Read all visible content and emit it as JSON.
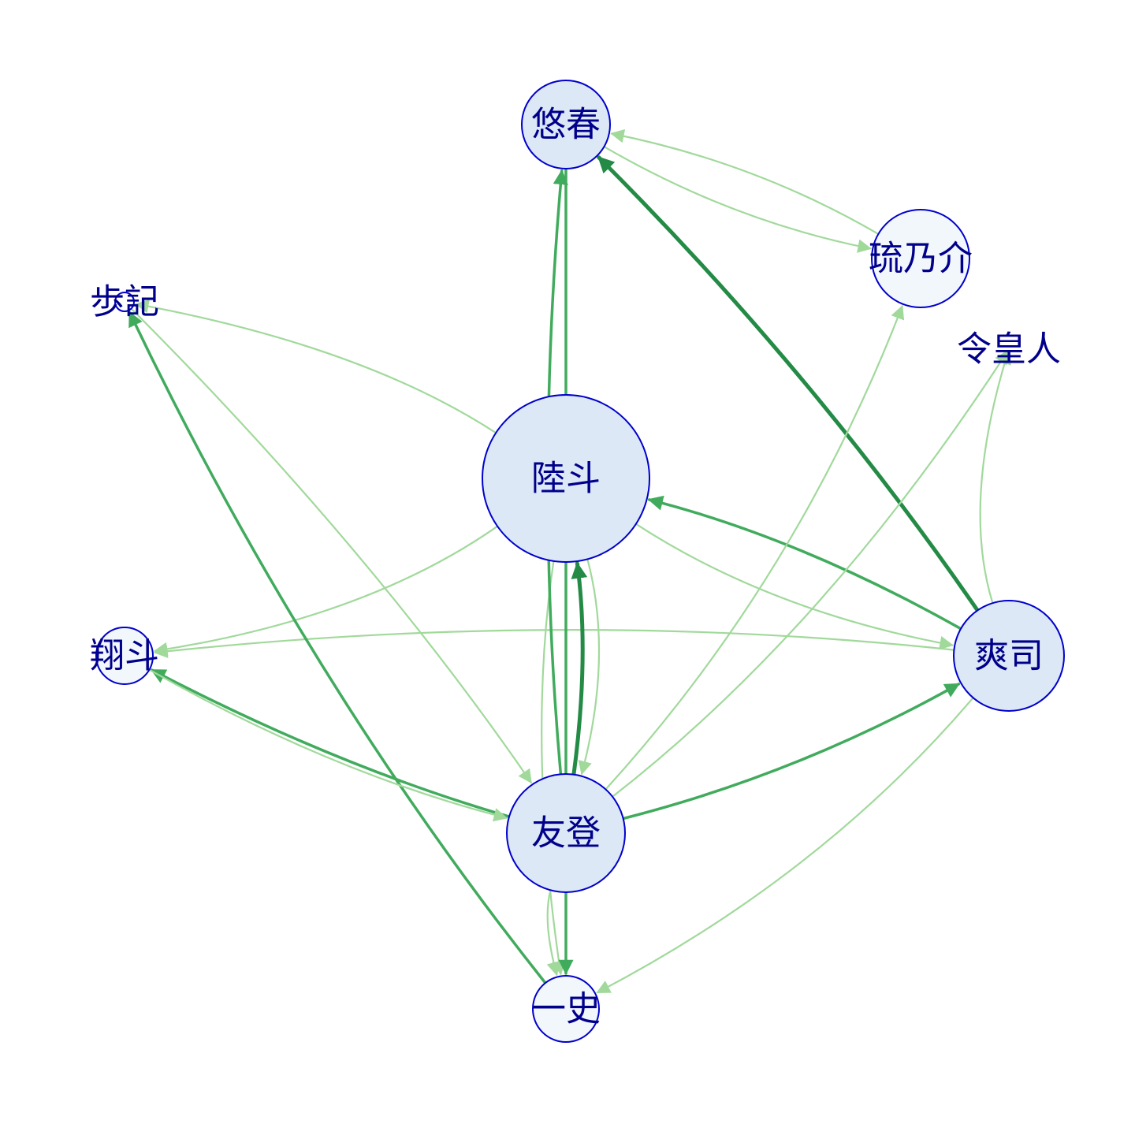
{
  "nodes": [
    {
      "id": "yuharu",
      "label": "悠春",
      "fill": "#dce8f5"
    },
    {
      "id": "runosuke",
      "label": "琉乃介",
      "fill": "#f2f7fc"
    },
    {
      "id": "ayuki",
      "label": "歩記",
      "fill": "#ffffff"
    },
    {
      "id": "reiouto",
      "label": "令皇人",
      "fill": "#ffffff"
    },
    {
      "id": "rikuto",
      "label": "陸斗",
      "fill": "#dce8f5"
    },
    {
      "id": "shoto",
      "label": "翔斗",
      "fill": "#f2f7fc"
    },
    {
      "id": "soji",
      "label": "爽司",
      "fill": "#dce8f5"
    },
    {
      "id": "tomoto",
      "label": "友登",
      "fill": "#dce8f5"
    },
    {
      "id": "kazushi",
      "label": "一史",
      "fill": "#f2f7fc"
    }
  ],
  "edges": [
    {
      "from": "yuharu",
      "to": "runosuke",
      "weight": 1
    },
    {
      "from": "runosuke",
      "to": "yuharu",
      "weight": 1
    },
    {
      "from": "rikuto",
      "to": "ayuki",
      "weight": 1
    },
    {
      "from": "rikuto",
      "to": "shoto",
      "weight": 1
    },
    {
      "from": "rikuto",
      "to": "soji",
      "weight": 1
    },
    {
      "from": "rikuto",
      "to": "tomoto",
      "weight": 1
    },
    {
      "from": "rikuto",
      "to": "kazushi",
      "weight": 1
    },
    {
      "from": "soji",
      "to": "yuharu",
      "weight": 3
    },
    {
      "from": "soji",
      "to": "rikuto",
      "weight": 2
    },
    {
      "from": "soji",
      "to": "reiouto",
      "weight": 1
    },
    {
      "from": "soji",
      "to": "shoto",
      "weight": 1
    },
    {
      "from": "soji",
      "to": "kazushi",
      "weight": 1
    },
    {
      "from": "tomoto",
      "to": "yuharu",
      "weight": 2
    },
    {
      "from": "tomoto",
      "to": "rikuto",
      "weight": 3
    },
    {
      "from": "tomoto",
      "to": "shoto",
      "weight": 2
    },
    {
      "from": "tomoto",
      "to": "soji",
      "weight": 2
    },
    {
      "from": "tomoto",
      "to": "runosuke",
      "weight": 1
    },
    {
      "from": "tomoto",
      "to": "reiouto",
      "weight": 1
    },
    {
      "from": "tomoto",
      "to": "kazushi",
      "weight": 1
    },
    {
      "from": "kazushi",
      "to": "ayuki",
      "weight": 2
    },
    {
      "from": "shoto",
      "to": "tomoto",
      "weight": 1
    },
    {
      "from": "ayuki",
      "to": "tomoto",
      "weight": 1
    },
    {
      "from": "yuharu",
      "to": "kazushi",
      "weight": 2
    }
  ],
  "colors": {
    "weight_1": "#a1d99b",
    "weight_2": "#41ab5d",
    "weight_3": "#238b45",
    "node_border": "#0000cc",
    "label": "#00008b"
  }
}
